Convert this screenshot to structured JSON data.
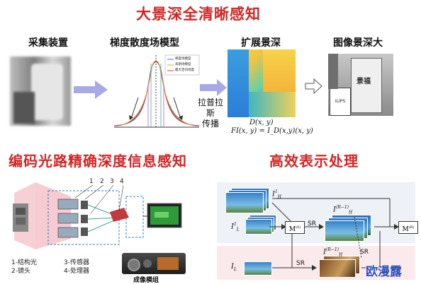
{
  "top": {
    "title": "大景深全清晰感知",
    "acquire_label": "采集装置",
    "gradient_label": "梯度散度场模型",
    "extend_label": "扩展景深",
    "image_label": "图像景深大",
    "legend": [
      "梯度场模型",
      "高斯场模型",
      "最大定向场度"
    ],
    "laplace_label": "拉普拉斯",
    "spread_label": "传播",
    "eq1": "D(x, y)",
    "eq2": "FI(x, y) = I_D(x,y)(x, y)",
    "photo_text": [
      "ILIPS",
      "景福"
    ]
  },
  "left": {
    "title": "编码光路精确深度信息感知",
    "numbers": [
      "1",
      "2",
      "3",
      "4"
    ],
    "legend": [
      "1-结构光",
      "2-镜头",
      "3-传感器",
      "4-处理器"
    ],
    "module_label": "成像模组"
  },
  "right": {
    "title": "高效表示处理",
    "labels": {
      "ih1": "I",
      "ih1_sup": "1",
      "ih1_sub": "H",
      "ihr": "I",
      "ihr_sup": "(R−1)",
      "ihr_sub": "H",
      "il1": "I",
      "il1_sup": "1",
      "il1_sub": "L",
      "il": "I",
      "il_sub": "L",
      "m0": "M",
      "m0_sup": "(0)",
      "mr": "M",
      "mr_sup": "(R)",
      "sr1": "SR",
      "sr2": "SR",
      "ihr2": "I",
      "ihr2_sup": "(R−1)",
      "ihr2_sub": "H",
      "sr3": "SR"
    }
  },
  "watermark": "欧漫露",
  "colors": {
    "title": "#d42424",
    "arrow": "#a9a9e6",
    "pink": "#f3b9c1",
    "dash": "#3c78c0"
  }
}
